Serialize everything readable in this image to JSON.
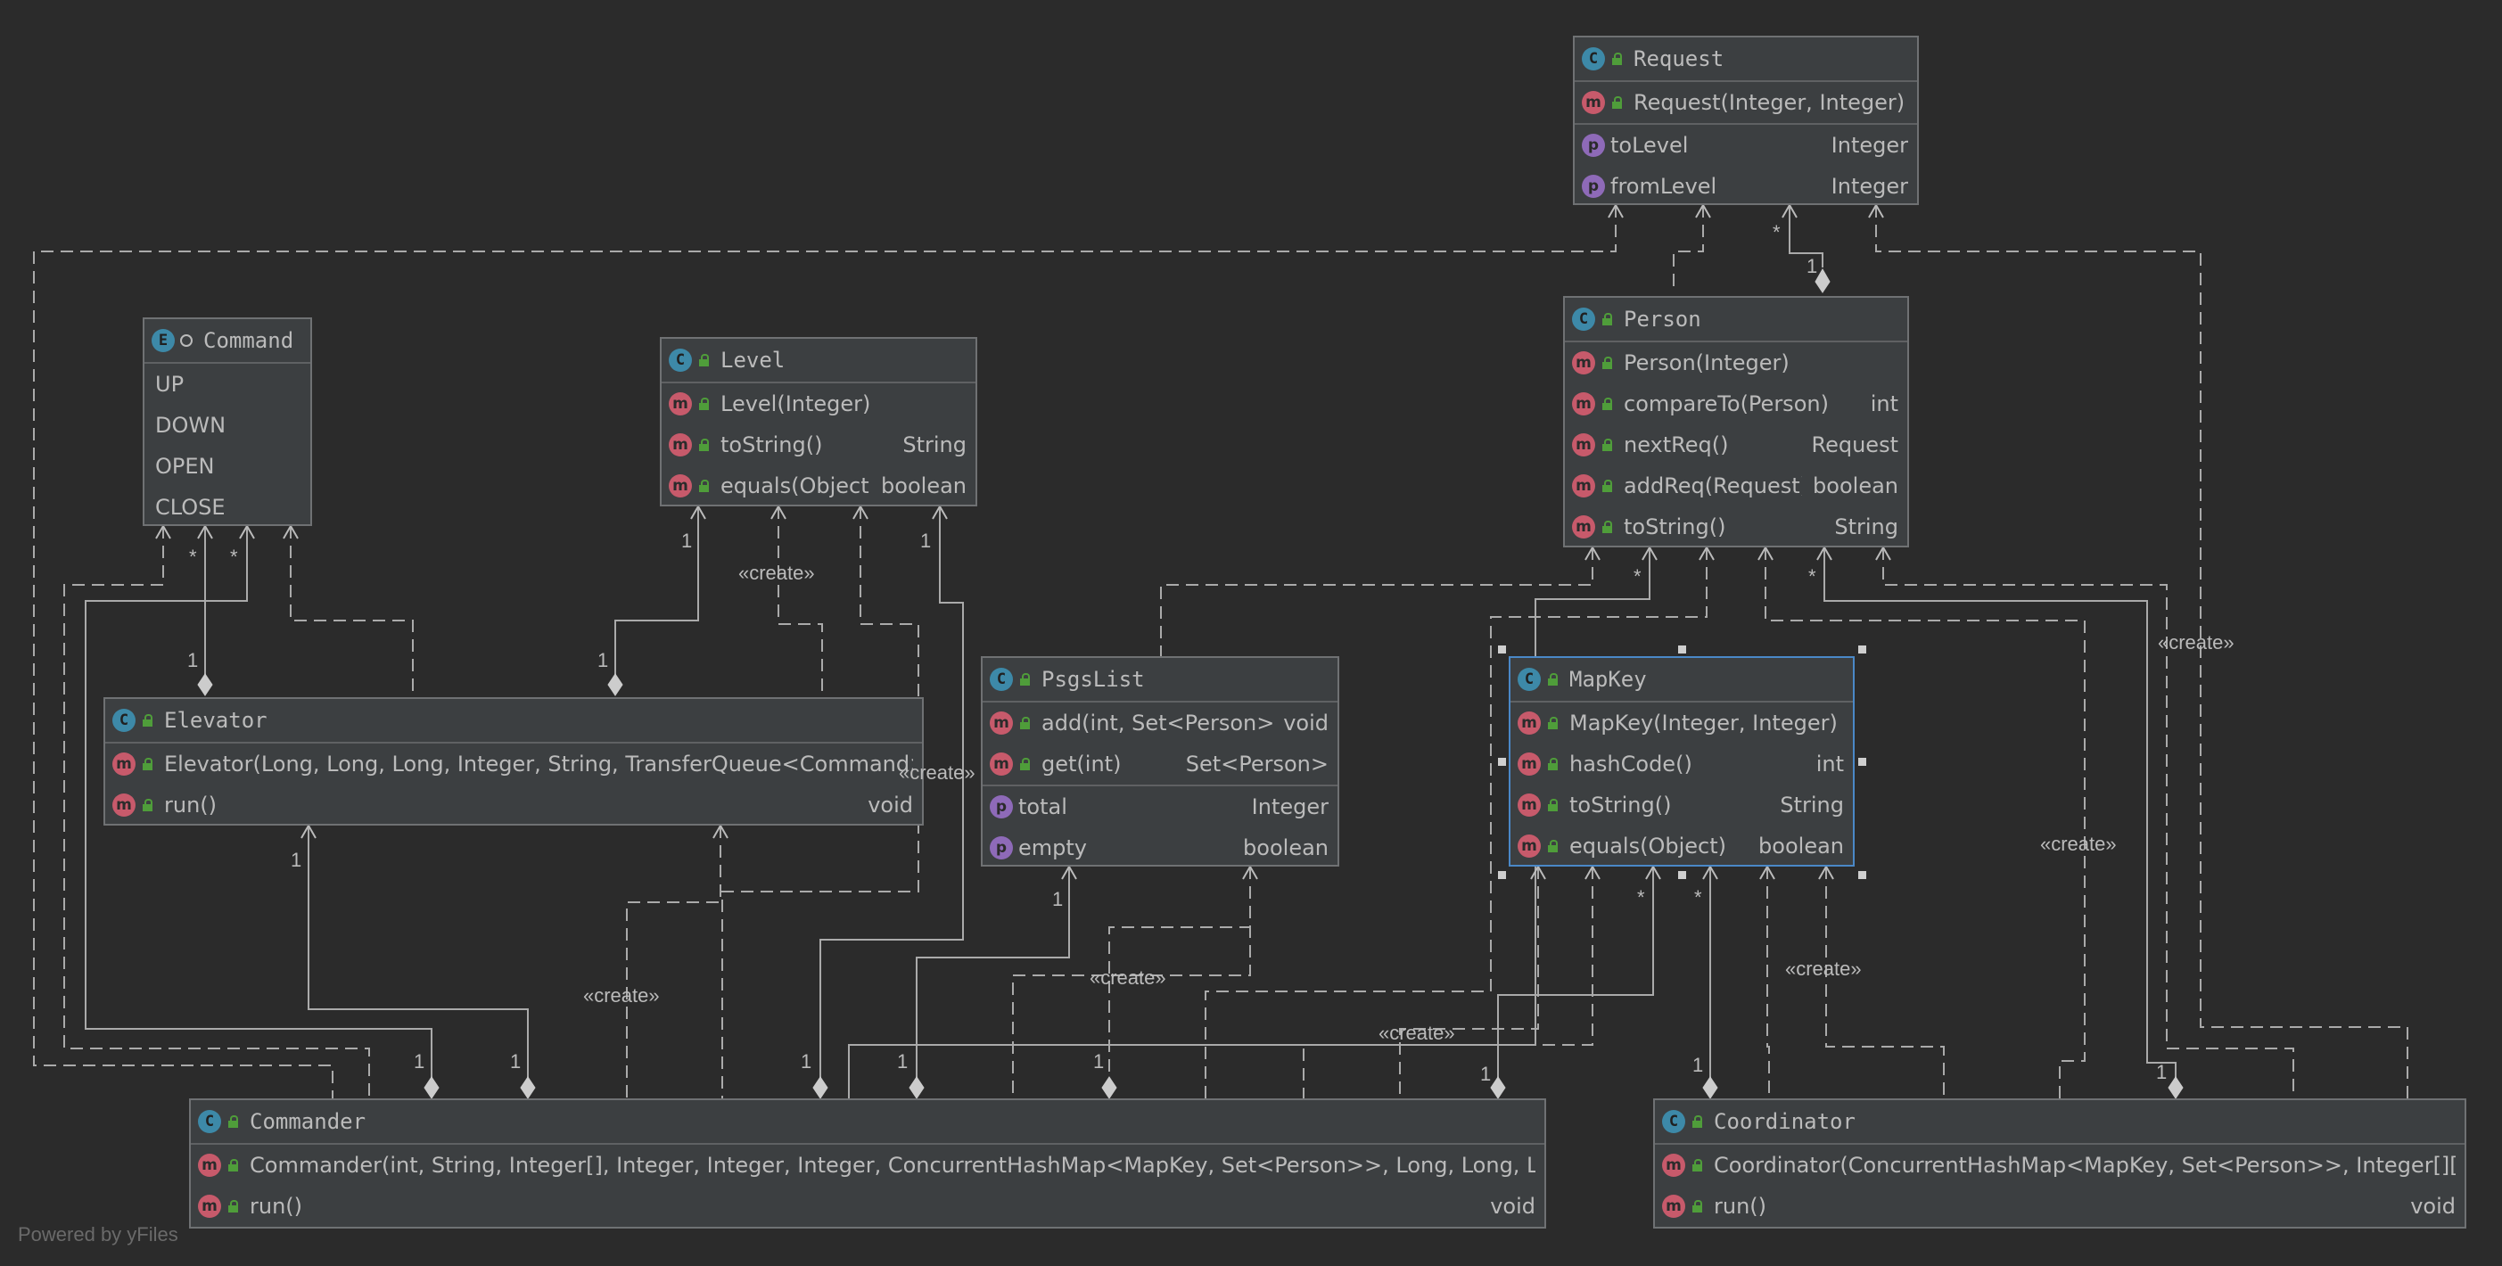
{
  "classes": {
    "request": {
      "name": "Request",
      "kind": "C",
      "members": [
        {
          "k": "m",
          "n": "Request(Integer, Integer)",
          "t": ""
        }
      ],
      "props": [
        {
          "k": "p",
          "n": "toLevel",
          "t": "Integer"
        },
        {
          "k": "p",
          "n": "fromLevel",
          "t": "Integer"
        }
      ]
    },
    "person": {
      "name": "Person",
      "kind": "C",
      "members": [
        {
          "k": "m",
          "n": "Person(Integer)",
          "t": ""
        },
        {
          "k": "m",
          "n": "compareTo(Person)",
          "t": "int"
        },
        {
          "k": "m",
          "n": "nextReq()",
          "t": "Request"
        },
        {
          "k": "m",
          "n": "addReq(Request)",
          "t": "boolean"
        },
        {
          "k": "m",
          "n": "toString()",
          "t": "String"
        }
      ]
    },
    "command": {
      "name": "Command",
      "kind": "E",
      "constants": [
        "UP",
        "DOWN",
        "OPEN",
        "CLOSE"
      ]
    },
    "level": {
      "name": "Level",
      "kind": "C",
      "members": [
        {
          "k": "m",
          "n": "Level(Integer)",
          "t": ""
        },
        {
          "k": "m",
          "n": "toString()",
          "t": "String"
        },
        {
          "k": "m",
          "n": "equals(Object)",
          "t": "boolean"
        }
      ]
    },
    "elevator": {
      "name": "Elevator",
      "kind": "C",
      "members": [
        {
          "k": "m",
          "n": "Elevator(Long, Long, Long, Integer, String, TransferQueue<Command>)",
          "t": ""
        },
        {
          "k": "m",
          "n": "run()",
          "t": "void"
        }
      ]
    },
    "psgslist": {
      "name": "PsgsList",
      "kind": "C",
      "members": [
        {
          "k": "m",
          "n": "add(int, Set<Person>)",
          "t": "void"
        },
        {
          "k": "m",
          "n": "get(int)",
          "t": "Set<Person>"
        }
      ],
      "props": [
        {
          "k": "p",
          "n": "total",
          "t": "Integer"
        },
        {
          "k": "p",
          "n": "empty",
          "t": "boolean"
        }
      ]
    },
    "mapkey": {
      "name": "MapKey",
      "kind": "C",
      "members": [
        {
          "k": "m",
          "n": "MapKey(Integer, Integer)",
          "t": ""
        },
        {
          "k": "m",
          "n": "hashCode()",
          "t": "int"
        },
        {
          "k": "m",
          "n": "toString()",
          "t": "String"
        },
        {
          "k": "m",
          "n": "equals(Object)",
          "t": "boolean"
        }
      ]
    },
    "commander": {
      "name": "Commander",
      "kind": "C",
      "members": [
        {
          "k": "m",
          "n": "Commander(int, String, Integer[], Integer, Integer, Integer, ConcurrentHashMap<MapKey, Set<Person>>, Long, Long, Long)",
          "t": ""
        },
        {
          "k": "m",
          "n": "run()",
          "t": "void"
        }
      ]
    },
    "coordinator": {
      "name": "Coordinator",
      "kind": "C",
      "members": [
        {
          "k": "m",
          "n": "Coordinator(ConcurrentHashMap<MapKey, Set<Person>>, Integer[][])",
          "t": ""
        },
        {
          "k": "m",
          "n": "run()",
          "t": "void"
        }
      ]
    }
  },
  "edge_labels": {
    "create": "«create»",
    "one": "1",
    "many": "*"
  },
  "footer": {
    "credit": "Powered by yFiles"
  }
}
